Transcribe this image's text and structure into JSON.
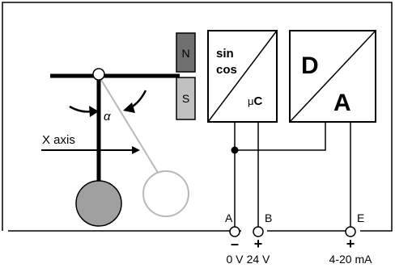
{
  "magnet": {
    "north_label": "N",
    "south_label": "S"
  },
  "sensor": {
    "line1": "sin",
    "line2": "cos",
    "micro_prefix": "μ",
    "micro_suffix": "C"
  },
  "converter": {
    "digital": "D",
    "analog": "A"
  },
  "pendulum": {
    "angle_label": "α",
    "axis_label": "X axis"
  },
  "terminals": [
    {
      "letter": "A",
      "polarity": "–",
      "value": "0 V"
    },
    {
      "letter": "B",
      "polarity": "+",
      "value": "24 V"
    },
    {
      "letter": "E",
      "polarity": "+",
      "value": "4-20 mA"
    }
  ],
  "colors": {
    "north_pole": "#707070",
    "south_pole": "#c0c0c0",
    "weight_vertical": "#a0a0a0",
    "weight_deflected": "#ffffff",
    "deflected_arm": "#b8b8b8",
    "frame": "#000000"
  }
}
